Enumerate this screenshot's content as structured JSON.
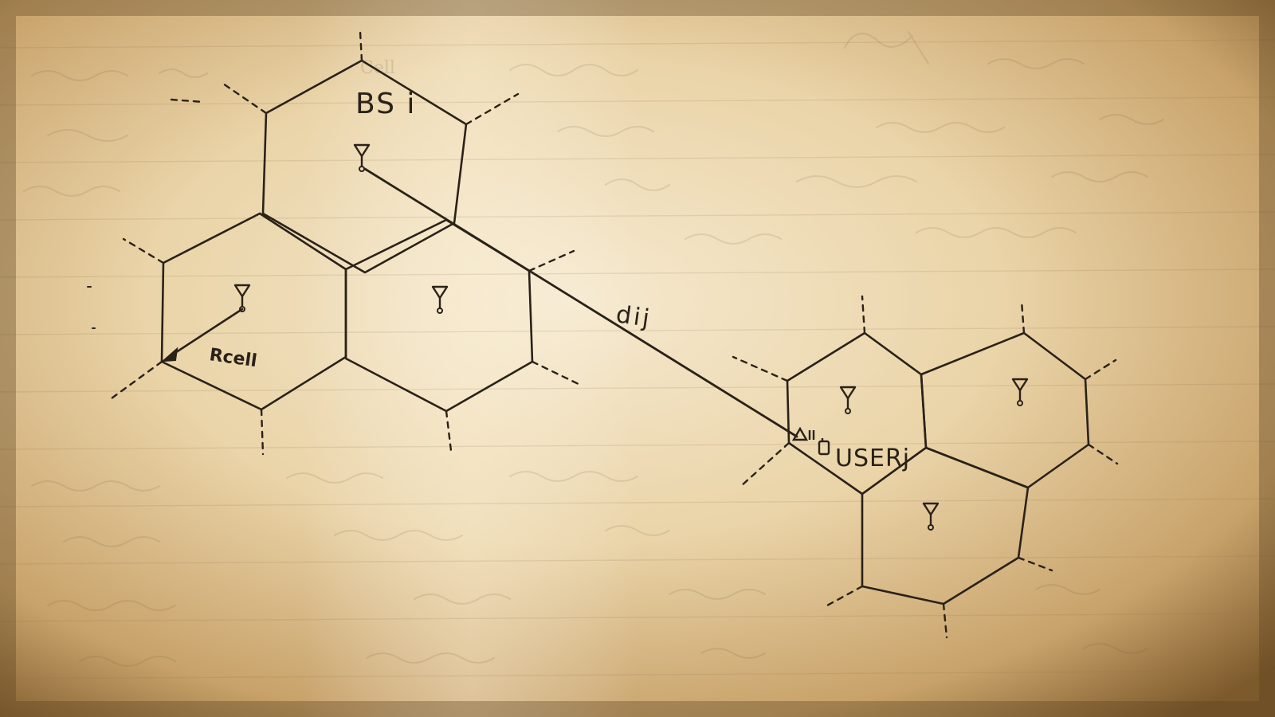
{
  "figure": {
    "medium": "pencil sketch on lined notebook paper",
    "labels": {
      "base_station": "BS i",
      "distance": "dij",
      "user": "USERj",
      "radius": "Rcell"
    },
    "partial_label_top": "Cell",
    "cluster_left_count": 3,
    "cluster_right_count": 3,
    "colors": {
      "ink": "#2a2218",
      "paper_light": "#f2e3c6",
      "paper_warm": "#d9b887",
      "vignette": "#6b4d24"
    }
  }
}
